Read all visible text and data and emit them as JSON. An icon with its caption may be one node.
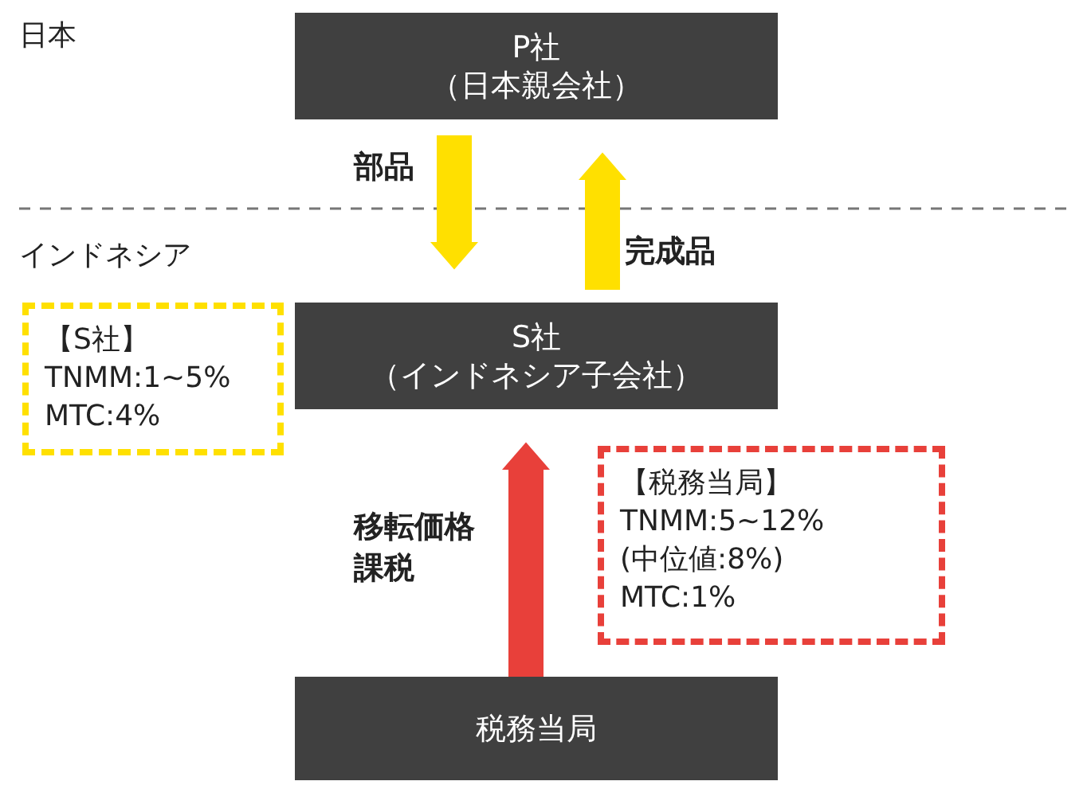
{
  "diagram": {
    "nodes": [
      {
        "text": [
          "P社",
          "（日本親会社）"
        ]
      },
      {
        "text": [
          "S社",
          "（インドネシア子会社）"
        ]
      },
      {
        "text": [
          "税務当局"
        ]
      },
      {
        "text": [
          "【S社】",
          "TNMM:1~5%",
          "MTC:4%"
        ]
      },
      {
        "text": [
          "【税務当局】",
          "TNMM:5~12%",
          "(中位値:8%)",
          "MTC:1%"
        ]
      }
    ],
    "edges": [
      {
        "from": 0,
        "to": 1,
        "arrow": "to",
        "label": "部品"
      },
      {
        "from": 1,
        "to": 0,
        "arrow": "to",
        "label": "完成品"
      },
      {
        "from": 2,
        "to": 1,
        "arrow": "to",
        "label": "移転価格課税",
        "color": "#e8403a"
      }
    ],
    "labels": [
      "日本",
      "インドネシア"
    ]
  }
}
